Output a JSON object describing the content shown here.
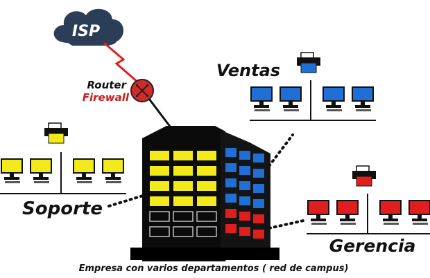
{
  "cloud": {
    "label": "ISP"
  },
  "router": {
    "line1": "Router",
    "line2": "Firewall"
  },
  "departments": [
    {
      "name": "Ventas",
      "color": "#1f6fd6",
      "printer_color": "#1f6fd6"
    },
    {
      "name": "Soporte",
      "color": "#f2ea1a",
      "printer_color": "#f2ea1a"
    },
    {
      "name": "Gerencia",
      "color": "#e01e1e",
      "printer_color": "#e01e1e"
    }
  ],
  "caption": "Empresa con varios departamentos ( red de campus)",
  "colors": {
    "link": "#e01e1e",
    "cloud": "#2c3e57",
    "router": "#d42a2a",
    "building": "#0b0b0b"
  },
  "icons": [
    "cloud-icon",
    "router-icon",
    "printer-icon",
    "computer-icon",
    "building-icon"
  ]
}
